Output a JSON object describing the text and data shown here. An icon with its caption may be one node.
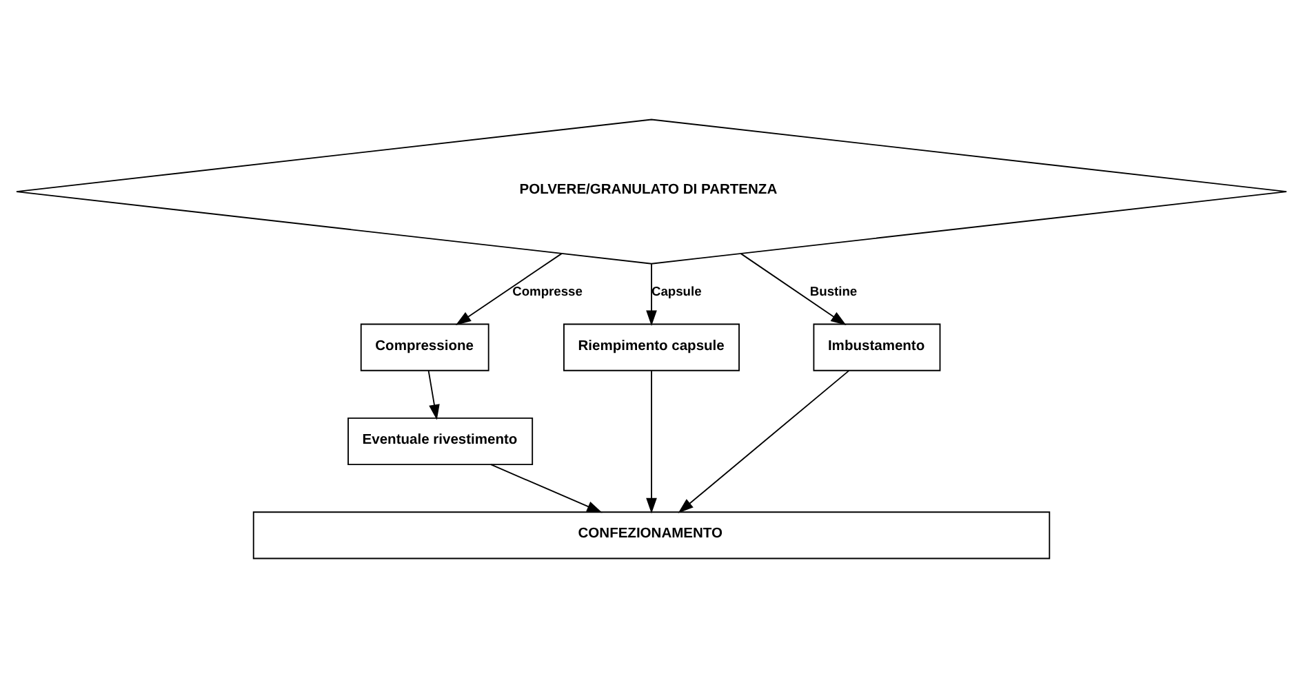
{
  "diagram": {
    "nodes": [
      {
        "text": [
          "POLVERE/GRANULATO DI PARTENZA"
        ]
      },
      {
        "text": [
          "Compressione"
        ]
      },
      {
        "text": [
          "Eventuale rivestimento"
        ]
      },
      {
        "text": [
          "Riempimento capsule"
        ]
      },
      {
        "text": [
          "Imbustamento"
        ]
      },
      {
        "text": [
          "CONFEZIONAMENTO"
        ]
      }
    ],
    "edges": [
      {
        "from": 0,
        "to": 1,
        "arrow": "to",
        "label": "Compresse"
      },
      {
        "from": 0,
        "to": 3,
        "arrow": "to",
        "label": "Capsule"
      },
      {
        "from": 0,
        "to": 4,
        "arrow": "to",
        "label": "Bustine"
      },
      {
        "from": 1,
        "to": 2,
        "arrow": "to"
      },
      {
        "from": 2,
        "to": 5,
        "arrow": "to"
      },
      {
        "from": 3,
        "to": 5,
        "arrow": "to"
      },
      {
        "from": 4,
        "to": 5,
        "arrow": "to"
      }
    ]
  }
}
